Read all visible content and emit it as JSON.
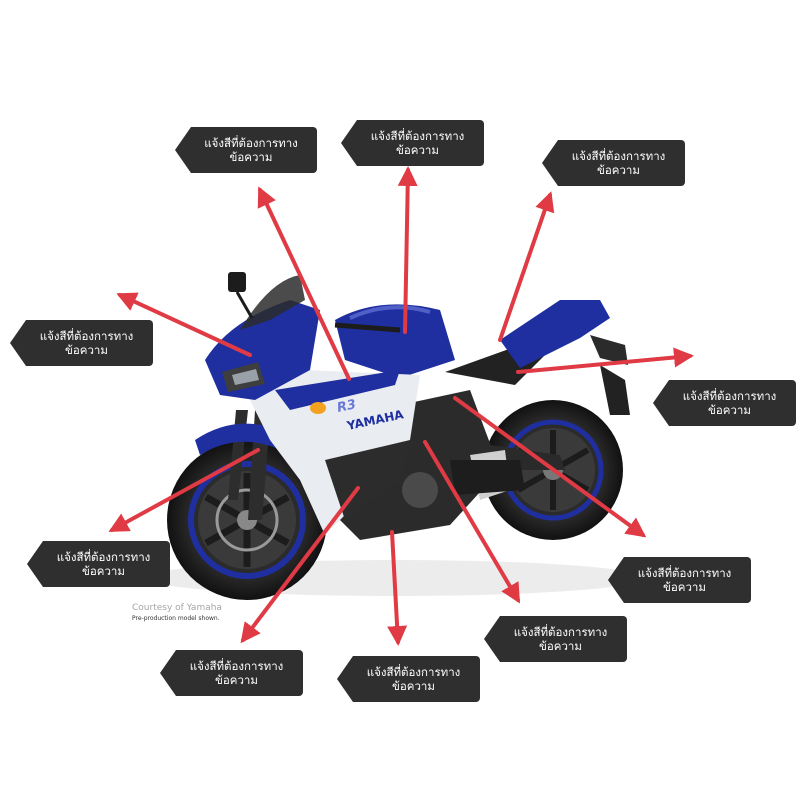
{
  "tags": [
    {
      "text": "แจ้งสีที่ต้องการทาง\nข้อความ"
    },
    {
      "text": "แจ้งสีที่ต้องการทาง\nข้อความ"
    },
    {
      "text": "แจ้งสีที่ต้องการทาง\nข้อความ"
    },
    {
      "text": "แจ้งสีที่ต้องการทาง\nข้อความ"
    },
    {
      "text": "แจ้งสีที่ต้องการทาง\nข้อความ"
    },
    {
      "text": "แจ้งสีที่ต้องการทาง\nข้อความ"
    },
    {
      "text": "แจ้งสีที่ต้องการทาง\nข้อความ"
    },
    {
      "text": "แจ้งสีที่ต้องการทาง\nข้อความ"
    },
    {
      "text": "แจ้งสีที่ต้องการทาง\nข้อความ"
    },
    {
      "text": "แจ้งสีที่ต้องการทาง\nข้อความ"
    }
  ],
  "motorcycle": {
    "brand": "YAMAHA",
    "model": "R3",
    "body_color": "#1f2fa0",
    "fairing_color": "#e9ecf0",
    "arrow_color": "#e03a44"
  },
  "credit": {
    "line1": "Courtesy of Yamaha",
    "line2": "Pre-production model shown."
  }
}
